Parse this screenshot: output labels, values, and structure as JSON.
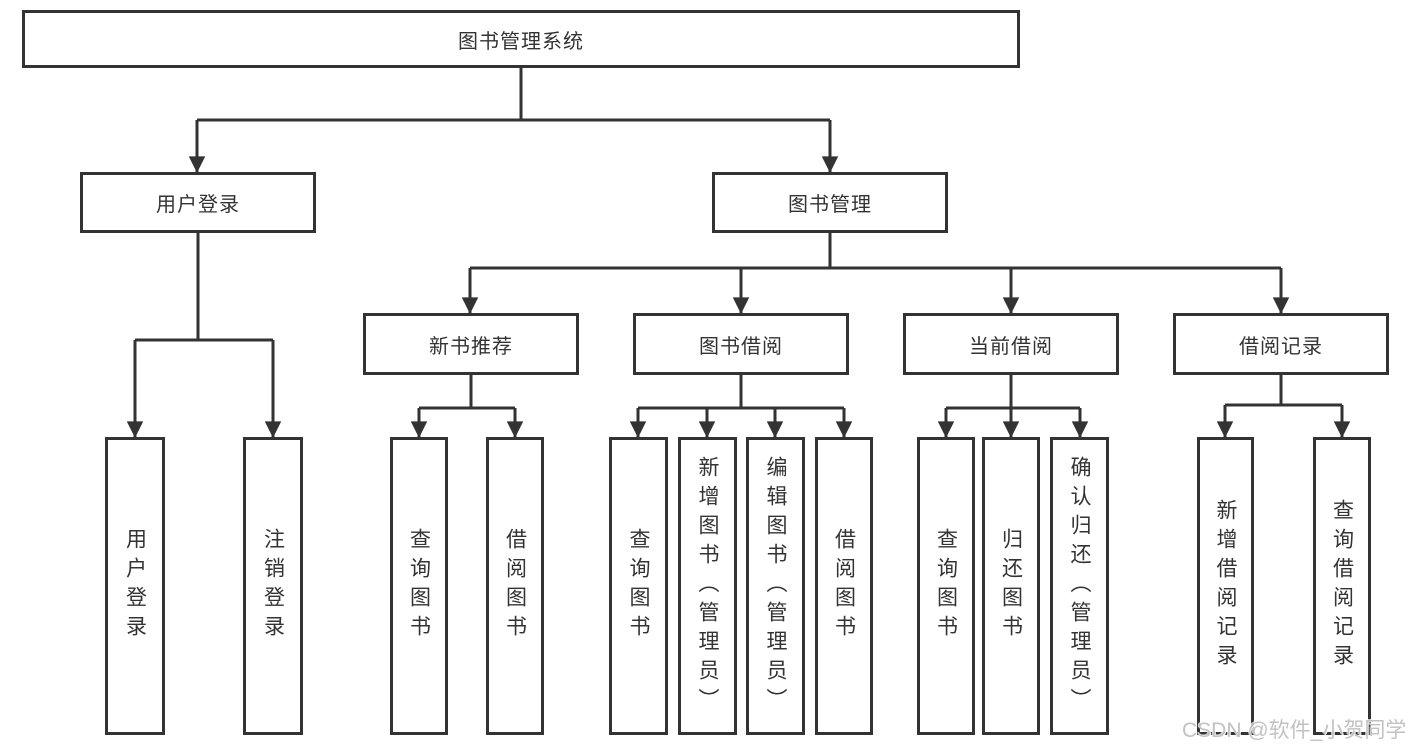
{
  "diagram": {
    "root": {
      "label": "图书管理系统"
    },
    "level2": [
      {
        "label": "用户登录"
      },
      {
        "label": "图书管理"
      }
    ],
    "level3": [
      {
        "label": "新书推荐"
      },
      {
        "label": "图书借阅"
      },
      {
        "label": "当前借阅"
      },
      {
        "label": "借阅记录"
      }
    ],
    "leaves": {
      "user_login": [
        {
          "label": "用户登录"
        },
        {
          "label": "注销登录"
        }
      ],
      "new_book": [
        {
          "label": "查询图书"
        },
        {
          "label": "借阅图书"
        }
      ],
      "book_borrow": [
        {
          "label": "查询图书"
        },
        {
          "label": "新增图书（管理员）"
        },
        {
          "label": "编辑图书（管理员）"
        },
        {
          "label": "借阅图书"
        }
      ],
      "current_borrow": [
        {
          "label": "查询图书"
        },
        {
          "label": "归还图书"
        },
        {
          "label": "确认归还（管理员）"
        }
      ],
      "borrow_records": [
        {
          "label": "新增借阅记录"
        },
        {
          "label": "查询借阅记录"
        }
      ]
    }
  },
  "watermark": {
    "text": "CSDN @软件_小贺同学"
  },
  "colors": {
    "line": "#333333",
    "box_border": "#333333",
    "text": "#333333",
    "background": "#ffffff",
    "watermark": "#c2c2c2"
  }
}
